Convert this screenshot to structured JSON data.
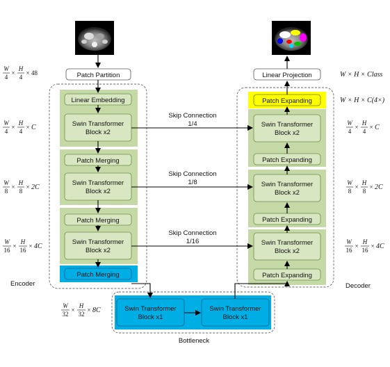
{
  "input_image_alt": "CT scan input",
  "output_image_alt": "segmentation output",
  "encoder": {
    "label": "Encoder",
    "patch_partition": "Patch Partition",
    "linear_embedding": "Linear Embedding",
    "stage1_block": [
      "Swin Transformer",
      "Block x2"
    ],
    "patch_merging_1": "Patch Merging",
    "stage2_block": [
      "Swin Transformer",
      "Block x2"
    ],
    "patch_merging_2": "Patch Merging",
    "stage3_block": [
      "Swin Transformer",
      "Block x2"
    ],
    "patch_merging_3": "Patch Merging"
  },
  "bottleneck": {
    "label": "Bottleneck",
    "block1": [
      "Swin Transformer",
      "Block x1"
    ],
    "block2": [
      "Swin Transformer",
      "Block x1"
    ]
  },
  "decoder": {
    "label": "Decoder",
    "linear_projection": "Linear Projection",
    "patch_expanding_top": "Patch Expanding",
    "stage1_block": [
      "Swin Transformer",
      "Block x2"
    ],
    "patch_expanding_1": "Patch Expanding",
    "stage2_block": [
      "Swin Transformer",
      "Block x2"
    ],
    "patch_expanding_2": "Patch Expanding",
    "stage3_block": [
      "Swin Transformer",
      "Block x2"
    ],
    "patch_expanding_3": "Patch Expanding"
  },
  "skip_connections": [
    {
      "label": "Skip Connection",
      "ratio": "1/4"
    },
    {
      "label": "Skip Connection",
      "ratio": "1/8"
    },
    {
      "label": "Skip Connection",
      "ratio": "1/16"
    }
  ],
  "dimensions": {
    "input": {
      "w": "W",
      "wd": "4",
      "h": "H",
      "hd": "4",
      "c": "48"
    },
    "enc1": {
      "w": "W",
      "wd": "4",
      "h": "H",
      "hd": "4",
      "c": "C"
    },
    "enc2": {
      "w": "W",
      "wd": "8",
      "h": "H",
      "hd": "8",
      "c": "2C"
    },
    "enc3": {
      "w": "W",
      "wd": "16",
      "h": "H",
      "hd": "16",
      "c": "4C"
    },
    "bottleneck": {
      "w": "W",
      "wd": "32",
      "h": "H",
      "hd": "32",
      "c": "8C"
    },
    "output": "W × H × Class",
    "expand": "W × H × C(4×)",
    "dec1": {
      "w": "W",
      "wd": "4",
      "h": "H",
      "hd": "4",
      "c": "C"
    },
    "dec2": {
      "w": "W",
      "wd": "8",
      "h": "H",
      "hd": "8",
      "c": "2C"
    },
    "dec3": {
      "w": "W",
      "wd": "16",
      "h": "H",
      "hd": "16",
      "c": "4C"
    }
  },
  "colors": {
    "stage_green": "#c4d9a6",
    "block_green": "#d8e6c2",
    "block_stroke": "#6e8f47",
    "bottleneck_blue": "#00aee6",
    "highlight_yellow": "#ffff00",
    "arrow": "#000000"
  }
}
